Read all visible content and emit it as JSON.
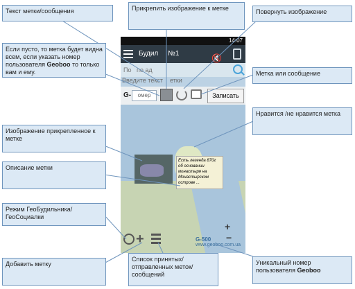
{
  "phone": {
    "status_time": "14:07",
    "app_title": "Будил     №1",
    "search_placeholder": "По   по ад   ",
    "message_label": "Введите текст    етки",
    "g_prefix": "G-",
    "number_placeholder": "омер",
    "write_button": "Записать",
    "marker_text": "Есть легенда 870г об основании монастыря на Монастырском острове ...",
    "zoom_plus": "+",
    "zoom_minus": "−",
    "user_number": "G-500",
    "site_text": "www.geoboo.com.ua"
  },
  "callouts": {
    "text_label": "Текст метки/сообщения",
    "attach": "Прикрепить изображение к метке",
    "rotate": "Повернуть изображение",
    "visibility_1": "Если пусто, то метка будет видна всем, если указать номер пользователя ",
    "visibility_brand": "Geoboo",
    "visibility_2": " то только вам и ему.",
    "type": "Метка или сообщение",
    "like": "Нравится /не нравится метка",
    "attached_image": "Изображение прикрепленное к метке",
    "description": "Описание метки",
    "mode": "Режим ГеоБудильника/ГеоСоциалки",
    "add": "Добавить метку",
    "list": "Список принятых/отправленных меток/сообщений",
    "unique_1": "Уникальный номер пользователя ",
    "unique_brand": "Geoboo"
  }
}
